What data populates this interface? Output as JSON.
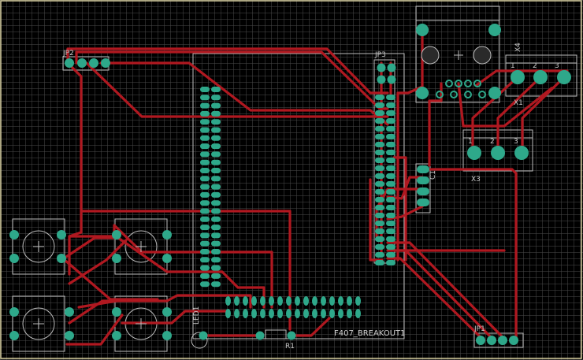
{
  "colors": {
    "background": "#000000",
    "trace": "#b01820",
    "pad": "#2ea88a",
    "silkscreen": "#c8c8c8",
    "board_outline": "#d8d0a0"
  },
  "labels": {
    "jp2": "JP2",
    "jp3": "JP3",
    "jp1": "JP1",
    "x1": "X1",
    "x3": "X3",
    "x4": "X4",
    "c1": "C1",
    "r1": "R1",
    "led": "LED1",
    "breakout": "F407_BREAKOUT1",
    "pin_1a": "1",
    "pin_2a": "2",
    "pin_3a": "3",
    "pin_1b": "1",
    "pin_2b": "2",
    "pin_3b": "3"
  }
}
